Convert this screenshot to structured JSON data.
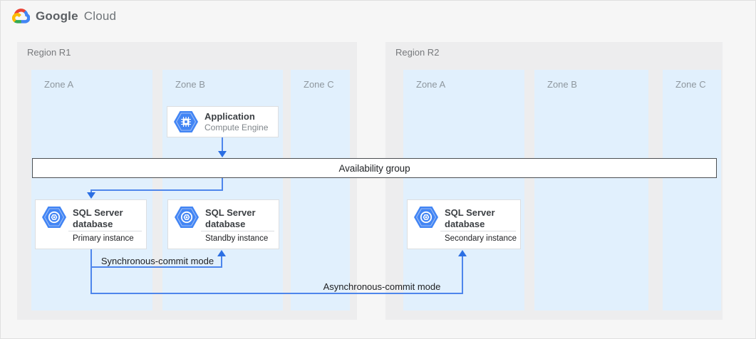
{
  "logo": {
    "google": "Google",
    "cloud": "Cloud"
  },
  "regions": [
    {
      "label": "Region R1",
      "zones": [
        {
          "label": "Zone A"
        },
        {
          "label": "Zone B"
        },
        {
          "label": "Zone C"
        }
      ]
    },
    {
      "label": "Region R2",
      "zones": [
        {
          "label": "Zone A"
        },
        {
          "label": "Zone B"
        },
        {
          "label": "Zone C"
        }
      ]
    }
  ],
  "nodes": {
    "application": {
      "title": "Application",
      "subtitle": "Compute Engine",
      "icon": "compute-engine-hexagon-icon"
    },
    "availability_group": {
      "label": "Availability group"
    },
    "sql_primary": {
      "title": "SQL Server database",
      "instance": "Primary instance",
      "icon": "sql-database-hexagon-icon"
    },
    "sql_standby": {
      "title": "SQL Server database",
      "instance": "Standby instance",
      "icon": "sql-database-hexagon-icon"
    },
    "sql_secondary": {
      "title": "SQL Server database",
      "instance": "Secondary instance",
      "icon": "sql-database-hexagon-icon"
    }
  },
  "connections": {
    "app_to_group": "application to availability group",
    "group_to_primary": "availability group to primary instance",
    "sync_label": "Synchronous-commit mode",
    "async_label": "Asynchronous-commit mode"
  },
  "colors": {
    "canvas_fill": "#f6f6f6",
    "region_fill": "#ededee",
    "zone_fill": "#e1f0fd",
    "connector_blue": "#4e86ec",
    "arrowhead_blue": "#2b6fe3",
    "hexagon_blue": "#4285f4",
    "availability_border": "#4c4f52",
    "logo_red": "#ea4335",
    "logo_yellow": "#fbbc05",
    "logo_green": "#34a853",
    "logo_blue": "#4285f4"
  }
}
